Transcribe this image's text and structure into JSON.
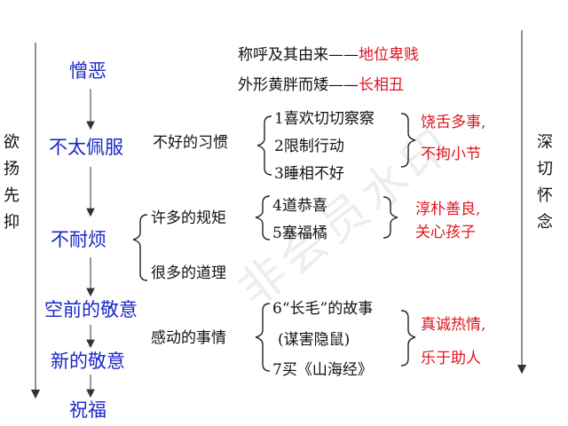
{
  "left_side_label": [
    "欲",
    "扬",
    "先",
    "抑"
  ],
  "right_side_label": [
    "深",
    "切",
    "怀",
    "念"
  ],
  "stages": [
    "憎恶",
    "不太佩服",
    "不耐烦",
    "空前的敬意",
    "新的敬意",
    "祝福"
  ],
  "header_rows": [
    {
      "item": "称呼及其由来",
      "dash": "——",
      "trait": "地位卑贱"
    },
    {
      "item": "外形黄胖而矮",
      "dash": "——",
      "trait": "长相丑"
    }
  ],
  "groups": {
    "habits": {
      "label": "不好的习惯",
      "items": [
        "1喜欢切切察察",
        "2限制行动",
        "3睡相不好"
      ],
      "traits": [
        "饶舌多事,",
        "不拘小节"
      ]
    },
    "rules": {
      "label": "许多的规矩",
      "items": [
        "4道恭喜",
        "5塞福橘"
      ],
      "traits": [
        "淳朴善良,",
        "关心孩子"
      ]
    },
    "reasons": {
      "label": "很多的道理"
    },
    "touching": {
      "label": "感动的事情",
      "items": [
        "6“长毛”的故事",
        "(谋害隐鼠)",
        "7买《山海经》"
      ],
      "traits": [
        "真诚热情,",
        "乐于助人"
      ]
    }
  },
  "watermark": "非会员水印"
}
